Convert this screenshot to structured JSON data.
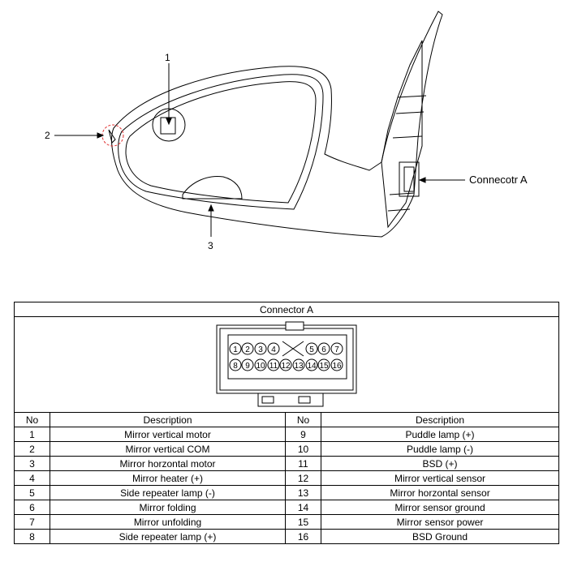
{
  "callouts": {
    "one": "1",
    "two": "2",
    "three": "3",
    "connector": "Connecotr A"
  },
  "table": {
    "title": "Connector A",
    "headers": {
      "no_left": "No",
      "desc_left": "Description",
      "no_right": "No",
      "desc_right": "Description"
    },
    "rows": [
      {
        "no1": "1",
        "desc1": "Mirror vertical motor",
        "no2": "9",
        "desc2": "Puddle lamp (+)"
      },
      {
        "no1": "2",
        "desc1": "Mirror vertical COM",
        "no2": "10",
        "desc2": "Puddle lamp (-)"
      },
      {
        "no1": "3",
        "desc1": "Mirror horzontal motor",
        "no2": "11",
        "desc2": "BSD (+)"
      },
      {
        "no1": "4",
        "desc1": "Mirror heater (+)",
        "no2": "12",
        "desc2": "Mirror vertical sensor"
      },
      {
        "no1": "5",
        "desc1": "Side repeater lamp (-)",
        "no2": "13",
        "desc2": "Mirror horzontal sensor"
      },
      {
        "no1": "6",
        "desc1": "Mirror folding",
        "no2": "14",
        "desc2": "Mirror sensor ground"
      },
      {
        "no1": "7",
        "desc1": "Mirror unfolding",
        "no2": "15",
        "desc2": "Mirror sensor power"
      },
      {
        "no1": "8",
        "desc1": "Side repeater lamp (+)",
        "no2": "16",
        "desc2": "BSD Ground"
      }
    ]
  },
  "pinout": {
    "top_row": [
      "1",
      "2",
      "3",
      "4",
      "5",
      "6",
      "7"
    ],
    "bottom_row": [
      "8",
      "9",
      "10",
      "11",
      "12",
      "13",
      "14",
      "15",
      "16"
    ]
  }
}
